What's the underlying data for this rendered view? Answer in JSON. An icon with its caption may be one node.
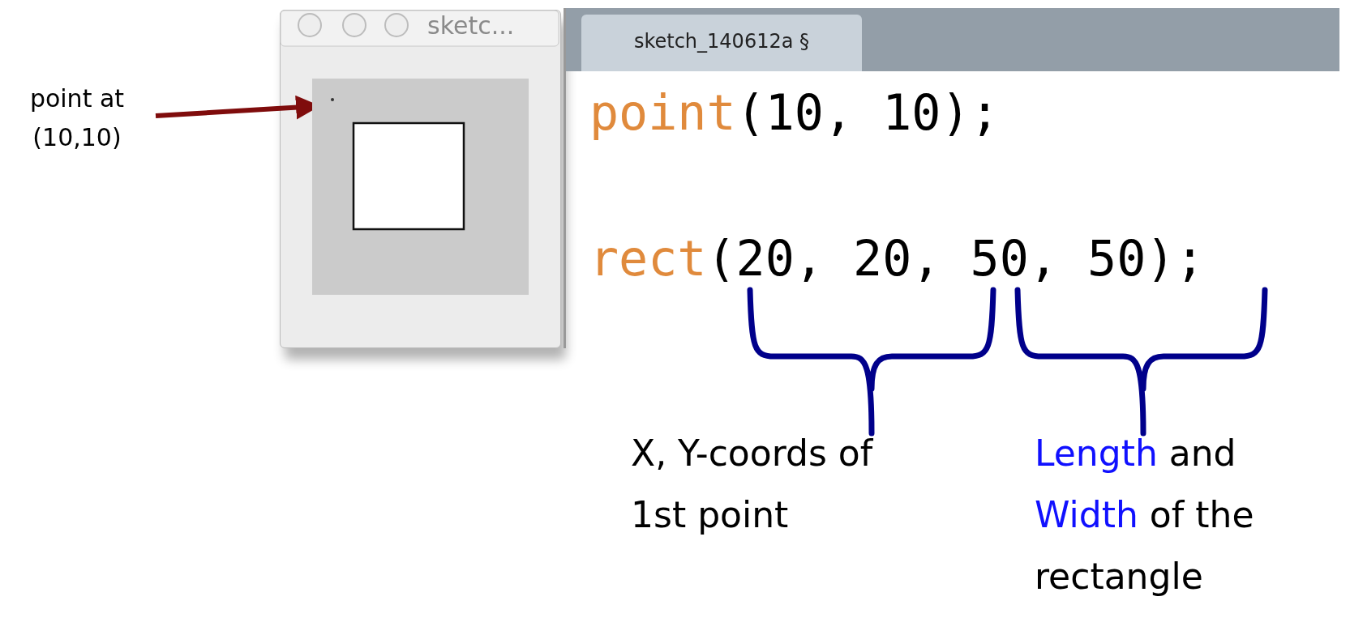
{
  "diagram": {
    "nodes": [
      {
        "text": [
          "point at (10,10)"
        ]
      },
      {
        "text": [],
        "shape": "circle"
      }
    ],
    "edges": [
      {
        "from": 0,
        "to": 1,
        "arrow": "to",
        "color": "#7f0c0c"
      }
    ],
    "labels": [
      "sketc...",
      "sketch_140612a §",
      "point(10, 10);",
      "rect(20, 20, 50, 50);",
      "X, Y-coords of 1st point",
      "Length and Width of the rectangle"
    ]
  }
}
